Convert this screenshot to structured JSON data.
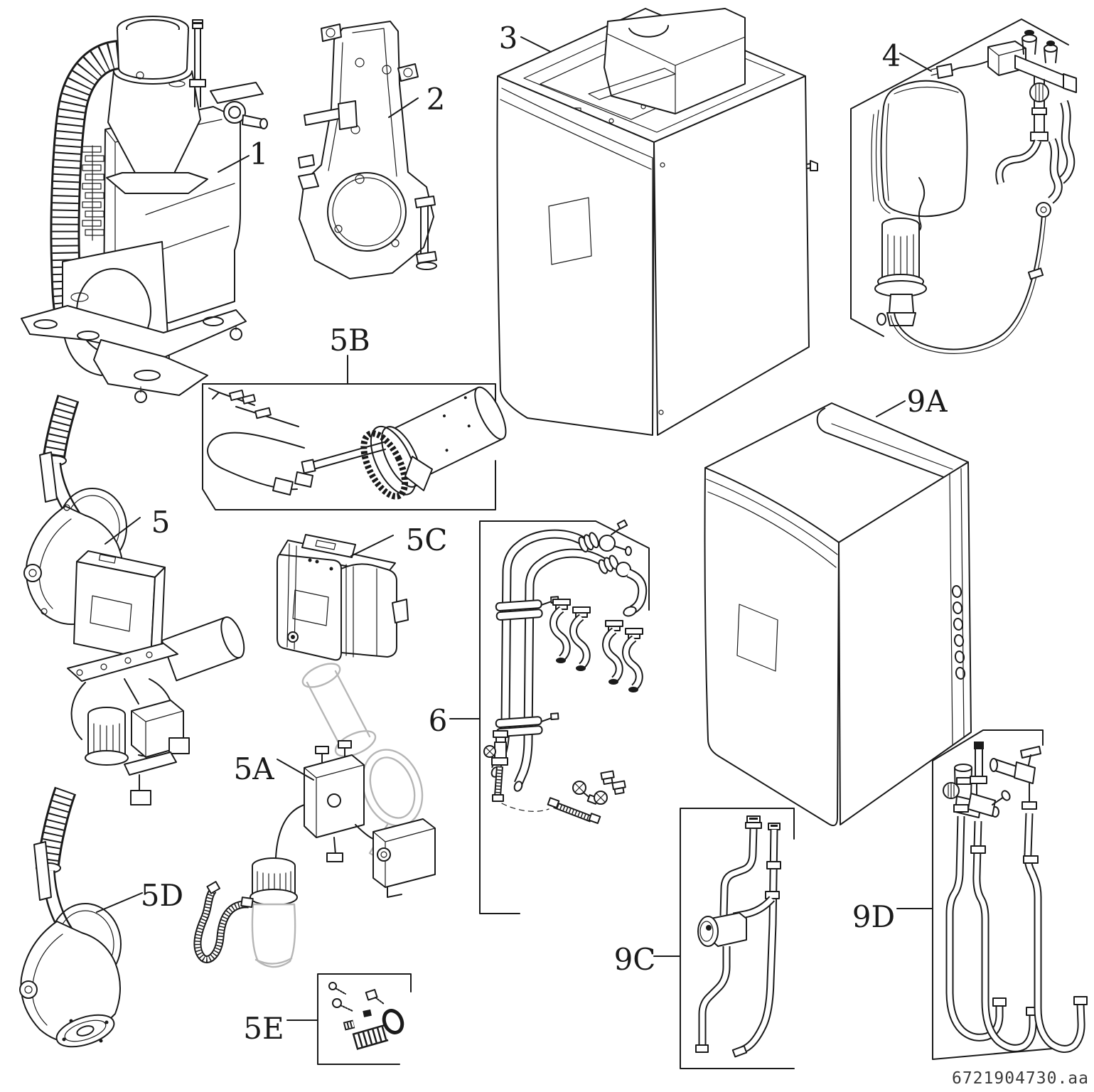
{
  "document": {
    "doc_number": "6721904730.aa"
  },
  "labels": {
    "p1": "1",
    "p2": "2",
    "p3": "3",
    "p4": "4",
    "p5": "5",
    "p5a": "5A",
    "p5b": "5B",
    "p5c": "5C",
    "p5d": "5D",
    "p5e": "5E",
    "p6": "6",
    "p9a": "9A",
    "p9c": "9C",
    "p9d": "9D"
  },
  "colors": {
    "line": "#1a1a1a",
    "ghost": "#b6b6b6",
    "paper": "#ffffff",
    "doc_text": "#3a3a3a"
  }
}
